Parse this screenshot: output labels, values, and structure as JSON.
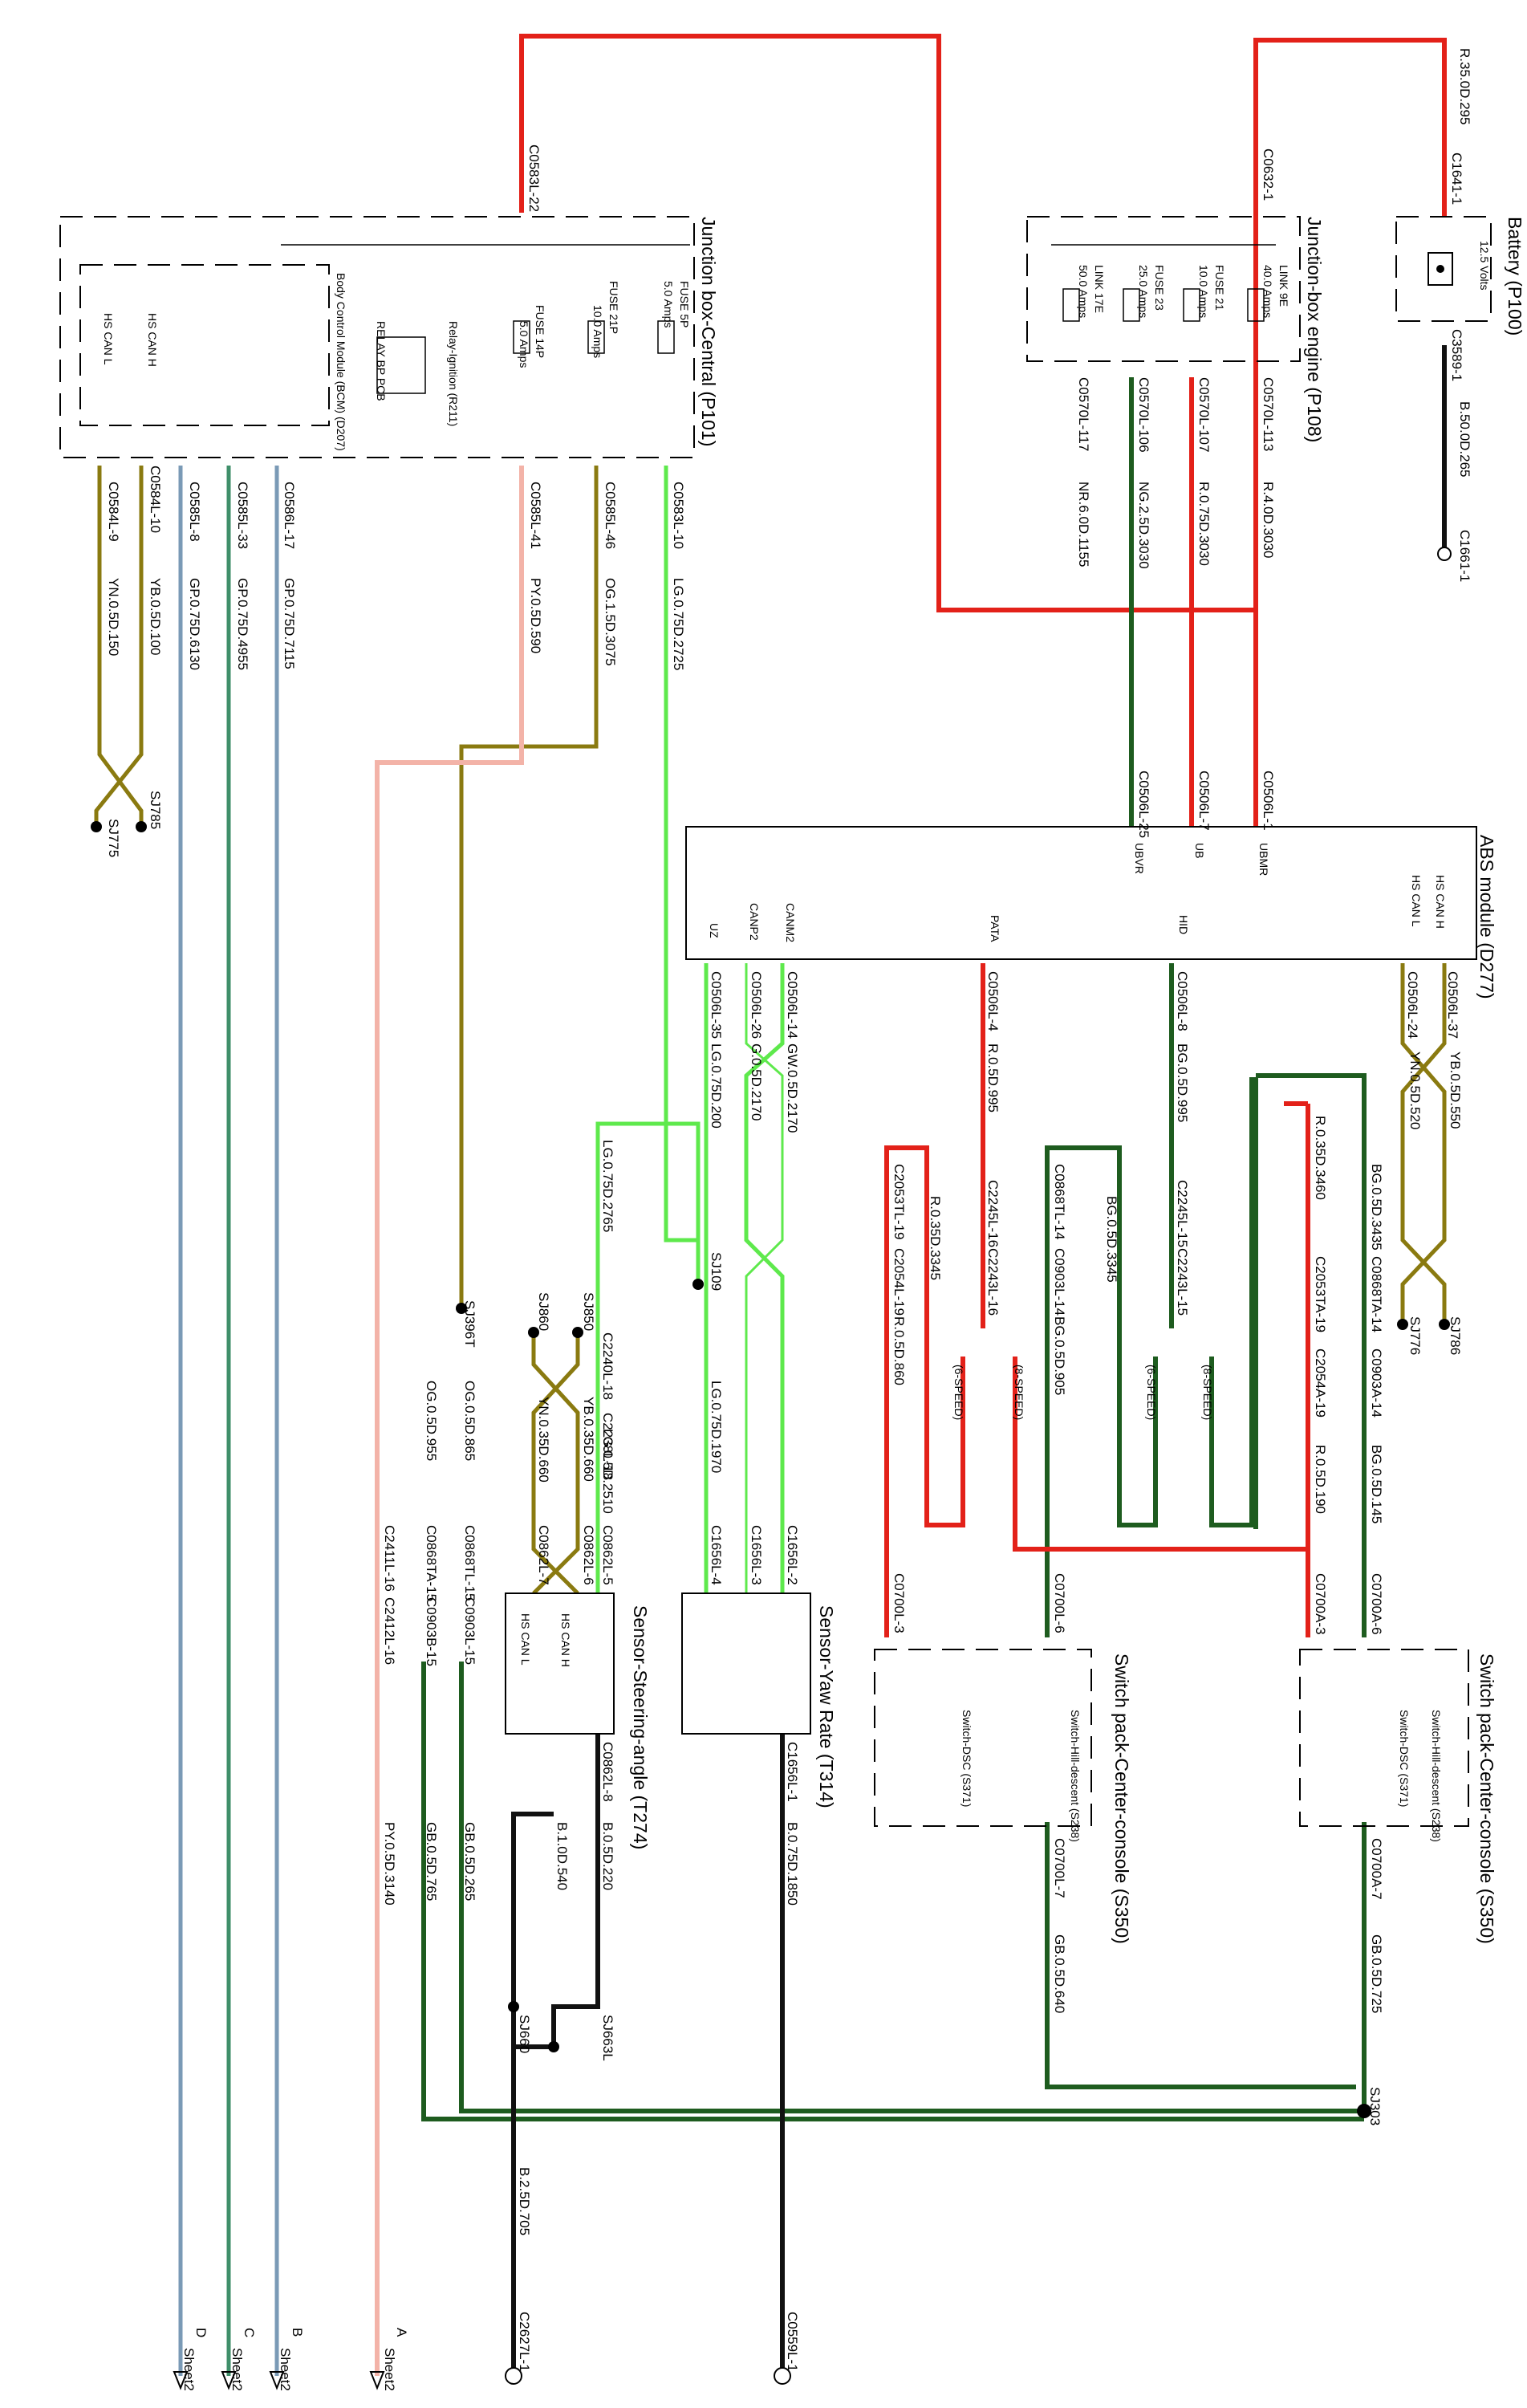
{
  "battery": {
    "title": "Battery (P100)",
    "volts": "12.5 Volts",
    "c_top": "C1641-1",
    "c_bot": "C3589-1",
    "wire_top": "R.35.0D.295",
    "wire_bot": "B.50.0D.265",
    "ground": "C1661-1"
  },
  "jb_engine": {
    "title": "Junction-box engine (P108)",
    "conn": "C0632-1",
    "links": [
      "LINK 9E",
      "FUSE 21",
      "FUSE 23",
      "LINK 17E"
    ],
    "ratings": [
      "40.0 Amps",
      "10.0 Amps",
      "25.0 Amps",
      "50.0 Amps"
    ],
    "pins": [
      "C0570L-113",
      "C0570L-107",
      "C0570L-106",
      "C0570L-117"
    ],
    "wires": [
      "R.4.0D.3030",
      "R.0.75D.3030",
      "NG.2.5D.3030",
      "NR.6.0D.1155"
    ]
  },
  "jb_central": {
    "title": "Junction box-Central (P101)",
    "conn": "C0583L-22",
    "fuses": [
      "FUSE 5P",
      "FUSE 21P",
      "FUSE 14P"
    ],
    "ratings": [
      "5.0 Amps",
      "10.0 Amps",
      "5.0 Amps"
    ],
    "relay": "Relay-Ignition (R211)",
    "relay_pcb": "RELAY BP PCB",
    "bcm": "Body Control Module (BCM) (D207)",
    "hs_can_h": "HS CAN H",
    "hs_can_l": "HS CAN L",
    "pins": [
      "C0583L-10",
      "C0585L-46",
      "C0585L-41",
      "C0586L-17",
      "C0585L-33",
      "C0585L-8",
      "C0584L-10",
      "C0584L-9"
    ],
    "wires": [
      "LG.0.75D.2725",
      "OG.1.5D.3075",
      "PY.0.5D.590",
      "GP.0.75D.7115",
      "GP.0.75D.4955",
      "GP.0.75D.6130",
      "YB.0.5D.100",
      "YN.0.5D.150"
    ],
    "splices": [
      "SJ785",
      "SJ775"
    ]
  },
  "abs": {
    "title": "ABS module (D277)",
    "pins_top": [
      "UBMR",
      "UB",
      "UBVR"
    ],
    "pins_top_conn": [
      "C0506L-1",
      "C0506L-7",
      "C0506L-25"
    ],
    "labels": [
      "HS CAN H",
      "HS CAN L",
      "HID",
      "PATA",
      "CANM2",
      "CANP2",
      "UZ"
    ],
    "pins_bot": [
      "C0506L-37",
      "C0506L-24",
      "C0506L-8",
      "C0506L-4",
      "C0506L-14",
      "C0506L-26",
      "C0506L-35"
    ]
  },
  "can_mid": {
    "wires": [
      "YB.0.5D.550",
      "YN.0.5D.520"
    ],
    "splices": [
      "SJ786",
      "SJ776"
    ]
  },
  "hid": {
    "wire": "BG.0.5D.995",
    "c1": "C2245L-15",
    "c2": "C2243L-15",
    "wire2": "BG.0.5D.3345",
    "c3": "C0868TL-14",
    "c4": "C0903L-14",
    "wire3": "BG.0.5D.905",
    "speed6": "(6-SPEED)",
    "speed8": "(8-SPEED)"
  },
  "pata": {
    "wire": "R.0.5D.995",
    "c1": "C2245L-16",
    "c2": "C2243L-16",
    "wire2": "R.0.35D.3345",
    "c3": "C2053TL-19",
    "c4": "C2054L-19",
    "wire3": "R.0.5D.860",
    "speed6": "(6-SPEED)",
    "speed8": "(8-SPEED)"
  },
  "right_leg": {
    "wire1": "BG.0.5D.3435",
    "wire2": "R.0.35D.3460",
    "c1": "C0868TA-14",
    "c2": "C0903A-14",
    "c3": "C2053TA-19",
    "c4": "C2054A-19",
    "wire3": "BG.0.5D.145",
    "wire4": "R.0.5D.190"
  },
  "switch_pack": {
    "title": "Switch pack-Center-console (S350)",
    "dsc": "Switch-DSC (S371)",
    "hill": "Switch-Hill-descent (S238)",
    "pins_r": [
      "C0700A-6",
      "C0700A-3",
      "C0700A-7"
    ],
    "pins_l": [
      "C0700L-6",
      "C0700L-3",
      "C0700L-7"
    ],
    "wire_r": "GB.0.5D.725",
    "wire_l": "GB.0.5D.640",
    "splice": "SJ303"
  },
  "yaw": {
    "title": "Sensor-Yaw Rate (T314)",
    "wires_top": [
      "GW.0.5D.2170",
      "G.0.5D.2170",
      "LG.0.75D.200"
    ],
    "c_pins": [
      "C1656L-2",
      "C1656L-3",
      "C1656L-4",
      "C1656L-1"
    ],
    "wire_uz": "LG.0.75D.1970",
    "sj": "SJ109",
    "wire_gnd": "B.0.75D.1850",
    "ground": "C0559L-1"
  },
  "steer": {
    "title": "Sensor-Steering-angle (T274)",
    "can_h": "HS CAN H",
    "can_l": "HS CAN L",
    "pins": [
      "C0862L-5",
      "C0862L-6",
      "C0862L-7",
      "C0862L-8"
    ],
    "wires": [
      "LG.0.75D.2765",
      "LG.0.5D.2510",
      "YB.0.35D.660",
      "YN.0.35D.660",
      "B.0.5D.220",
      "B.1.0D.540",
      "B.2.5D.705"
    ],
    "conns": [
      "C2240L-18",
      "C2238L-18"
    ],
    "splices": [
      "SJ850",
      "SJ860",
      "SJ663L",
      "SJ660"
    ],
    "ground": "C2627L-1"
  },
  "og_branch": {
    "sj": "SJ396T",
    "wires": [
      "OG.0.5D.865",
      "OG.0.5D.955"
    ],
    "conns": [
      "C0868TL-15",
      "C0903L-15",
      "C0868TA-15",
      "C0903B-15"
    ],
    "wires2": [
      "GB.0.5D.265",
      "GB.0.5D.765"
    ]
  },
  "py_branch": {
    "conns": [
      "C2411L-16",
      "C2412L-16"
    ],
    "wire": "PY.0.5D.3140"
  },
  "sheet_refs": [
    {
      "letter": "A",
      "sheet": "Sheet2"
    },
    {
      "letter": "B",
      "sheet": "Sheet2"
    },
    {
      "letter": "C",
      "sheet": "Sheet2"
    },
    {
      "letter": "D",
      "sheet": "Sheet2"
    }
  ],
  "colors": {
    "red": "#e32119",
    "dark_green": "#1e5c1f",
    "light_green": "#5ee94c",
    "black": "#111111",
    "olive": "#8a7a10",
    "blue": "#7a9ab6",
    "teal": "#3f8f6a"
  }
}
